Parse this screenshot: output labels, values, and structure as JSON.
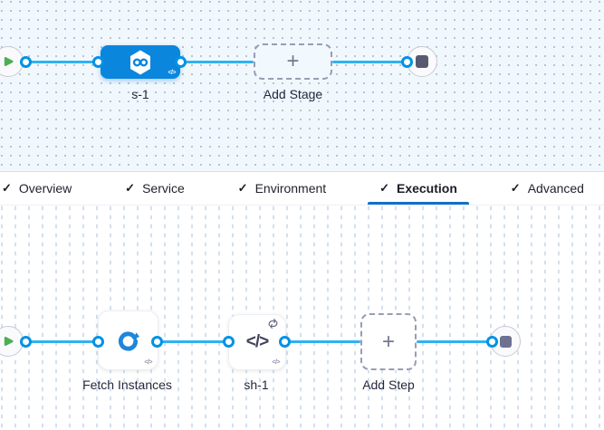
{
  "icons": {
    "check": "✓",
    "plus": "+",
    "code_badge": "</>",
    "shell_code": "</>"
  },
  "colors": {
    "stage_blue": "#0b86dd",
    "edge_blue": "#2fb2f2",
    "port_blue": "#0092e4",
    "tab_underline_blue": "#1070c8",
    "play_green": "#4daf55",
    "step_icon_blue": "#1e86dd",
    "end_square_top": "#585a72",
    "end_square_bottom": "#6e7190"
  },
  "stage_pipeline": {
    "stage_label": "s-1",
    "add_stage_label": "Add Stage"
  },
  "tabs": [
    {
      "label": "Overview",
      "checked": true,
      "active": false
    },
    {
      "label": "Service",
      "checked": true,
      "active": false
    },
    {
      "label": "Environment",
      "checked": true,
      "active": false
    },
    {
      "label": "Execution",
      "checked": true,
      "active": true
    },
    {
      "label": "Advanced",
      "checked": true,
      "active": false
    }
  ],
  "execution_pipeline": {
    "steps": [
      {
        "label": "Fetch Instances",
        "icon": "fetch-instances-icon",
        "looping": false
      },
      {
        "label": "sh-1",
        "icon": "shell-script-icon",
        "looping": true
      }
    ],
    "add_step_label": "Add Step"
  }
}
